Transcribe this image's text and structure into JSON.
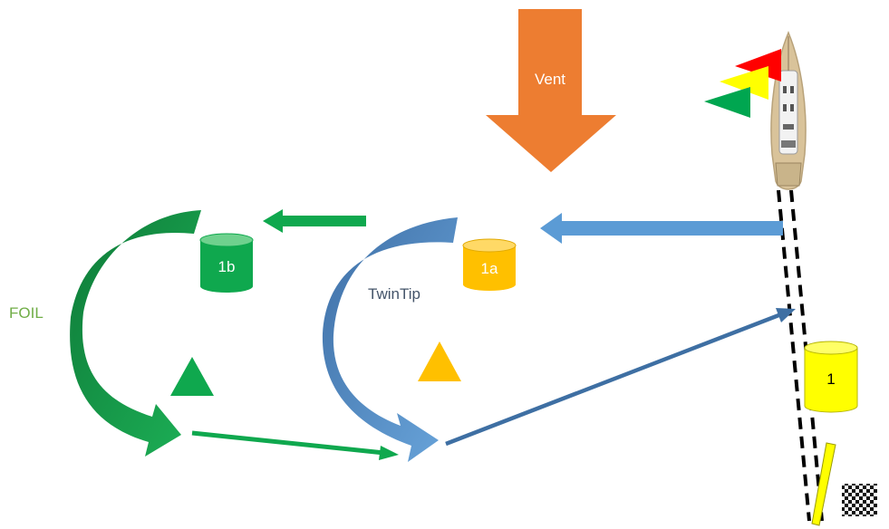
{
  "wind": {
    "label": "Vent",
    "color": "#ED7D31"
  },
  "labels": {
    "foil": "FOIL",
    "twintip": "TwinTip"
  },
  "marks": {
    "mark_1b": "1b",
    "mark_1a": "1a",
    "mark_1": "1"
  },
  "colors": {
    "foil_green": "#0FA84E",
    "foil_dark": "#128A40",
    "twintip_blue": "#5B9BD5",
    "twintip_dark": "#3E6FA3",
    "mark_yellow": "#FFFF00",
    "mark_orange": "#FFC000",
    "flag_red": "#FF0000",
    "flag_yellow": "#FFFF00",
    "flag_green": "#00A650",
    "foil_text": "#70AD47",
    "twintip_text": "#44546A"
  },
  "icons": {
    "boat": "committee-boat-icon",
    "finish": "checkered-flag-icon"
  }
}
